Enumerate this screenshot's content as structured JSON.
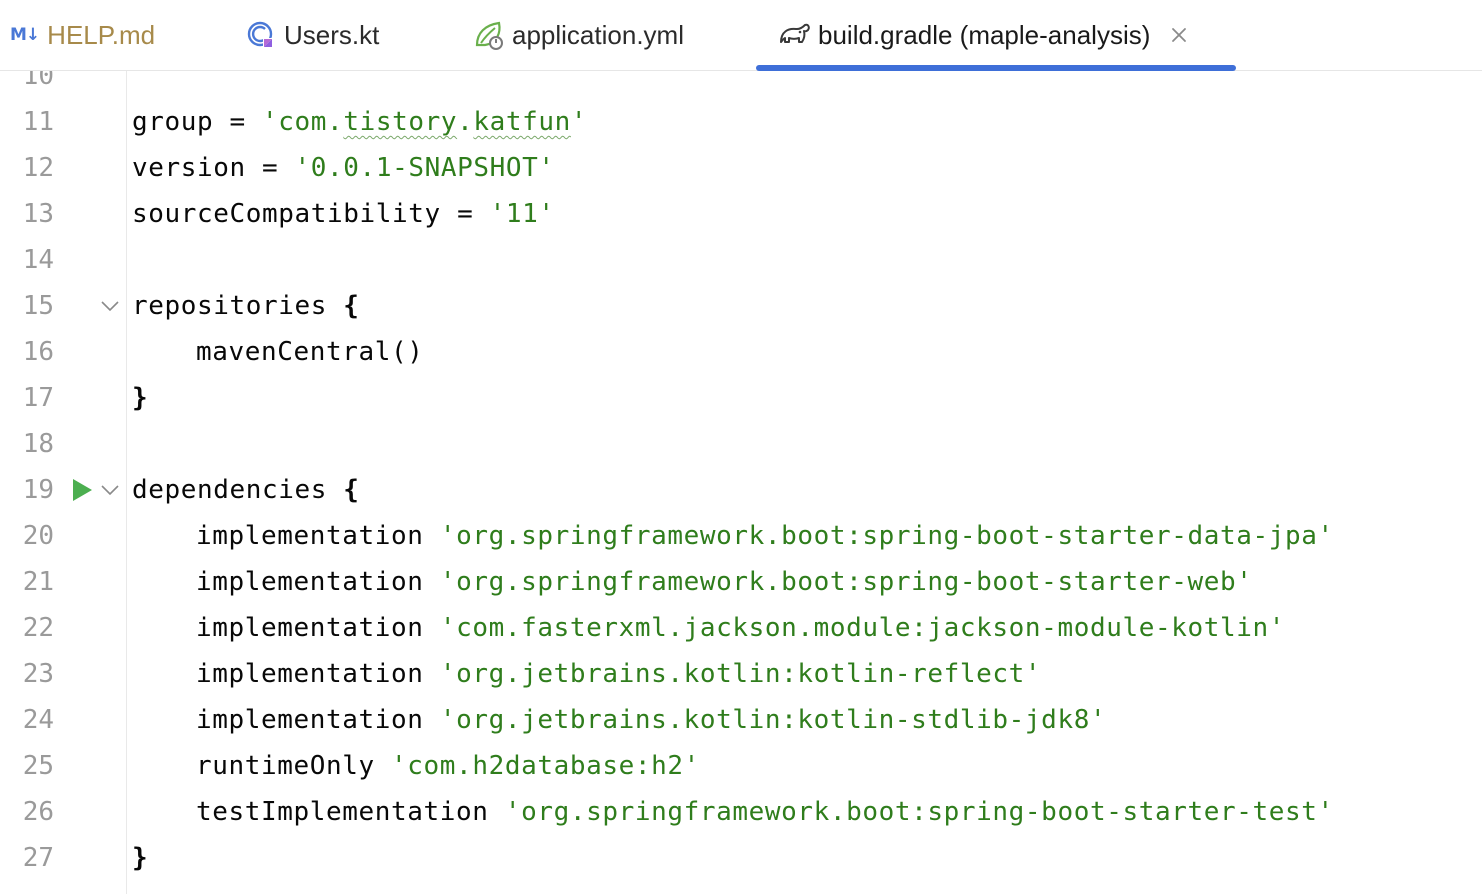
{
  "tabs": [
    {
      "badge": "M↓",
      "label": "HELP.md"
    },
    {
      "label": "Users.kt"
    },
    {
      "label": "application.yml"
    },
    {
      "label": "build.gradle (maple-analysis)",
      "active": true
    }
  ],
  "icons": {
    "help": "markdown-icon",
    "users": "kotlin-class-icon",
    "appyml": "spring-config-icon",
    "gradle": "gradle-elephant-icon",
    "close": "close-icon",
    "fold": "chevron-down-icon",
    "run": "run-icon"
  },
  "colors": {
    "accent": "#3e6fd8",
    "string": "#2f7d1c",
    "line_number": "#9a9a9a",
    "run": "#4caf50"
  },
  "editor": {
    "lines": [
      {
        "n": "10",
        "parts": []
      },
      {
        "n": "11",
        "parts": [
          {
            "t": "group = "
          },
          {
            "t": "'com.",
            "c": "str"
          },
          {
            "t": "tistory",
            "c": "str squig"
          },
          {
            "t": ".",
            "c": "str"
          },
          {
            "t": "katfun",
            "c": "str squig"
          },
          {
            "t": "'",
            "c": "str"
          }
        ]
      },
      {
        "n": "12",
        "parts": [
          {
            "t": "version = "
          },
          {
            "t": "'0.0.1-SNAPSHOT'",
            "c": "str"
          }
        ]
      },
      {
        "n": "13",
        "parts": [
          {
            "t": "sourceCompatibility = "
          },
          {
            "t": "'11'",
            "c": "str"
          }
        ]
      },
      {
        "n": "14",
        "parts": []
      },
      {
        "n": "15",
        "fold": true,
        "parts": [
          {
            "t": "repositories "
          },
          {
            "t": "{",
            "b": true
          }
        ]
      },
      {
        "n": "16",
        "indent": true,
        "parts": [
          {
            "t": "mavenCentral()"
          }
        ]
      },
      {
        "n": "17",
        "parts": [
          {
            "t": "}",
            "b": true
          }
        ]
      },
      {
        "n": "18",
        "parts": []
      },
      {
        "n": "19",
        "fold": true,
        "run": true,
        "parts": [
          {
            "t": "dependencies "
          },
          {
            "t": "{",
            "b": true
          }
        ]
      },
      {
        "n": "20",
        "indent": true,
        "parts": [
          {
            "t": "implementation "
          },
          {
            "t": "'org.springframework.boot:spring-boot-starter-data-jpa'",
            "c": "str"
          }
        ]
      },
      {
        "n": "21",
        "indent": true,
        "parts": [
          {
            "t": "implementation "
          },
          {
            "t": "'org.springframework.boot:spring-boot-starter-web'",
            "c": "str"
          }
        ]
      },
      {
        "n": "22",
        "indent": true,
        "parts": [
          {
            "t": "implementation "
          },
          {
            "t": "'com.fasterxml.jackson.module:jackson-module-kotlin'",
            "c": "str"
          }
        ]
      },
      {
        "n": "23",
        "indent": true,
        "parts": [
          {
            "t": "implementation "
          },
          {
            "t": "'org.jetbrains.kotlin:kotlin-reflect'",
            "c": "str"
          }
        ]
      },
      {
        "n": "24",
        "indent": true,
        "parts": [
          {
            "t": "implementation "
          },
          {
            "t": "'org.jetbrains.kotlin:kotlin-stdlib-jdk8'",
            "c": "str"
          }
        ]
      },
      {
        "n": "25",
        "indent": true,
        "parts": [
          {
            "t": "runtimeOnly "
          },
          {
            "t": "'com.h2database:h2'",
            "c": "str"
          }
        ]
      },
      {
        "n": "26",
        "indent": true,
        "parts": [
          {
            "t": "testImplementation "
          },
          {
            "t": "'org.springframework.boot:spring-boot-starter-test'",
            "c": "str"
          }
        ]
      },
      {
        "n": "27",
        "parts": [
          {
            "t": "}",
            "b": true
          }
        ]
      }
    ]
  }
}
